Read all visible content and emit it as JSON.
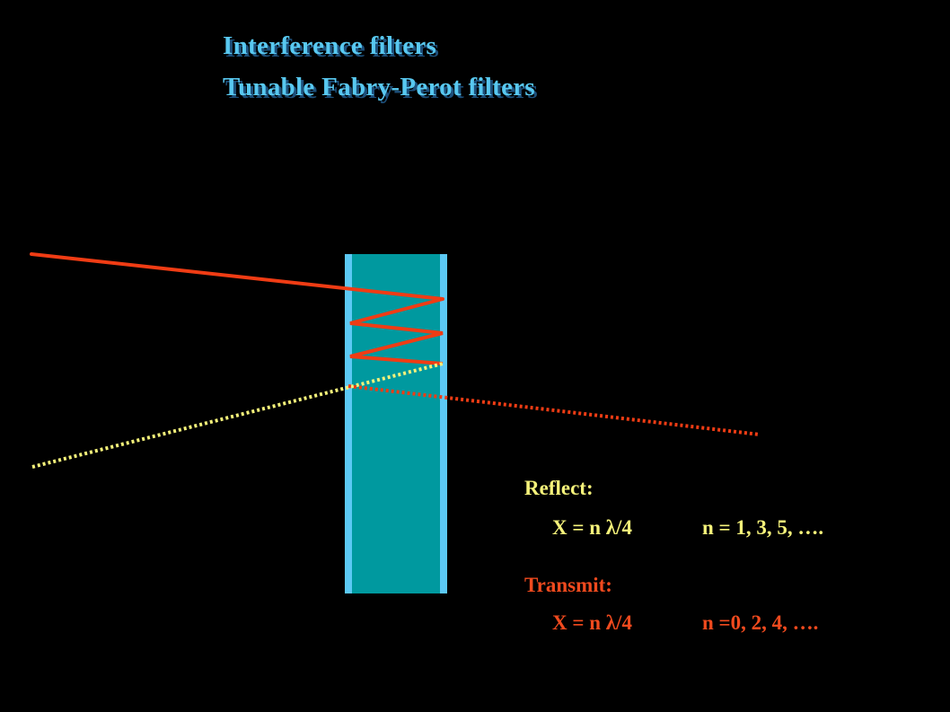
{
  "title": {
    "line1": "Interference filters",
    "line2": "Tunable Fabry-Perot filters"
  },
  "reflect": {
    "heading": "Reflect:",
    "equation": "X = n λ/4",
    "condition": "n = 1, 3, 5, …."
  },
  "transmit": {
    "heading": "Transmit:",
    "equation": "X = n λ/4",
    "condition": "n =0, 2, 4, …."
  },
  "colors": {
    "background": "#000000",
    "title": "#58c8f0",
    "title_shadow": "#1d4f7a",
    "filter_fill": "#00999f",
    "filter_mirror": "#5cc9f5",
    "beam_red": "#f03c14",
    "beam_dotted_red": "#f03c14",
    "beam_dotted_yellow": "#f5f27a",
    "reflect_text": "#f5f27a",
    "transmit_text": "#f04a1e"
  }
}
